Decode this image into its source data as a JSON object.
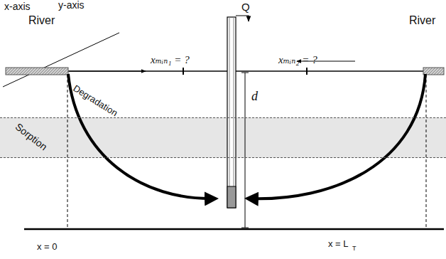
{
  "diagram": {
    "nodes": [
      {
        "text": [
          "Sorption"
        ]
      }
    ],
    "labels": [
      "x-axis",
      "y-axis",
      "River",
      "Q",
      "River",
      "xₘᵢₙ₁ = ?",
      "xₘᵢₙ₂ = ?",
      "d",
      "Degradation",
      "x = 0",
      "x = L",
      "T"
    ]
  }
}
